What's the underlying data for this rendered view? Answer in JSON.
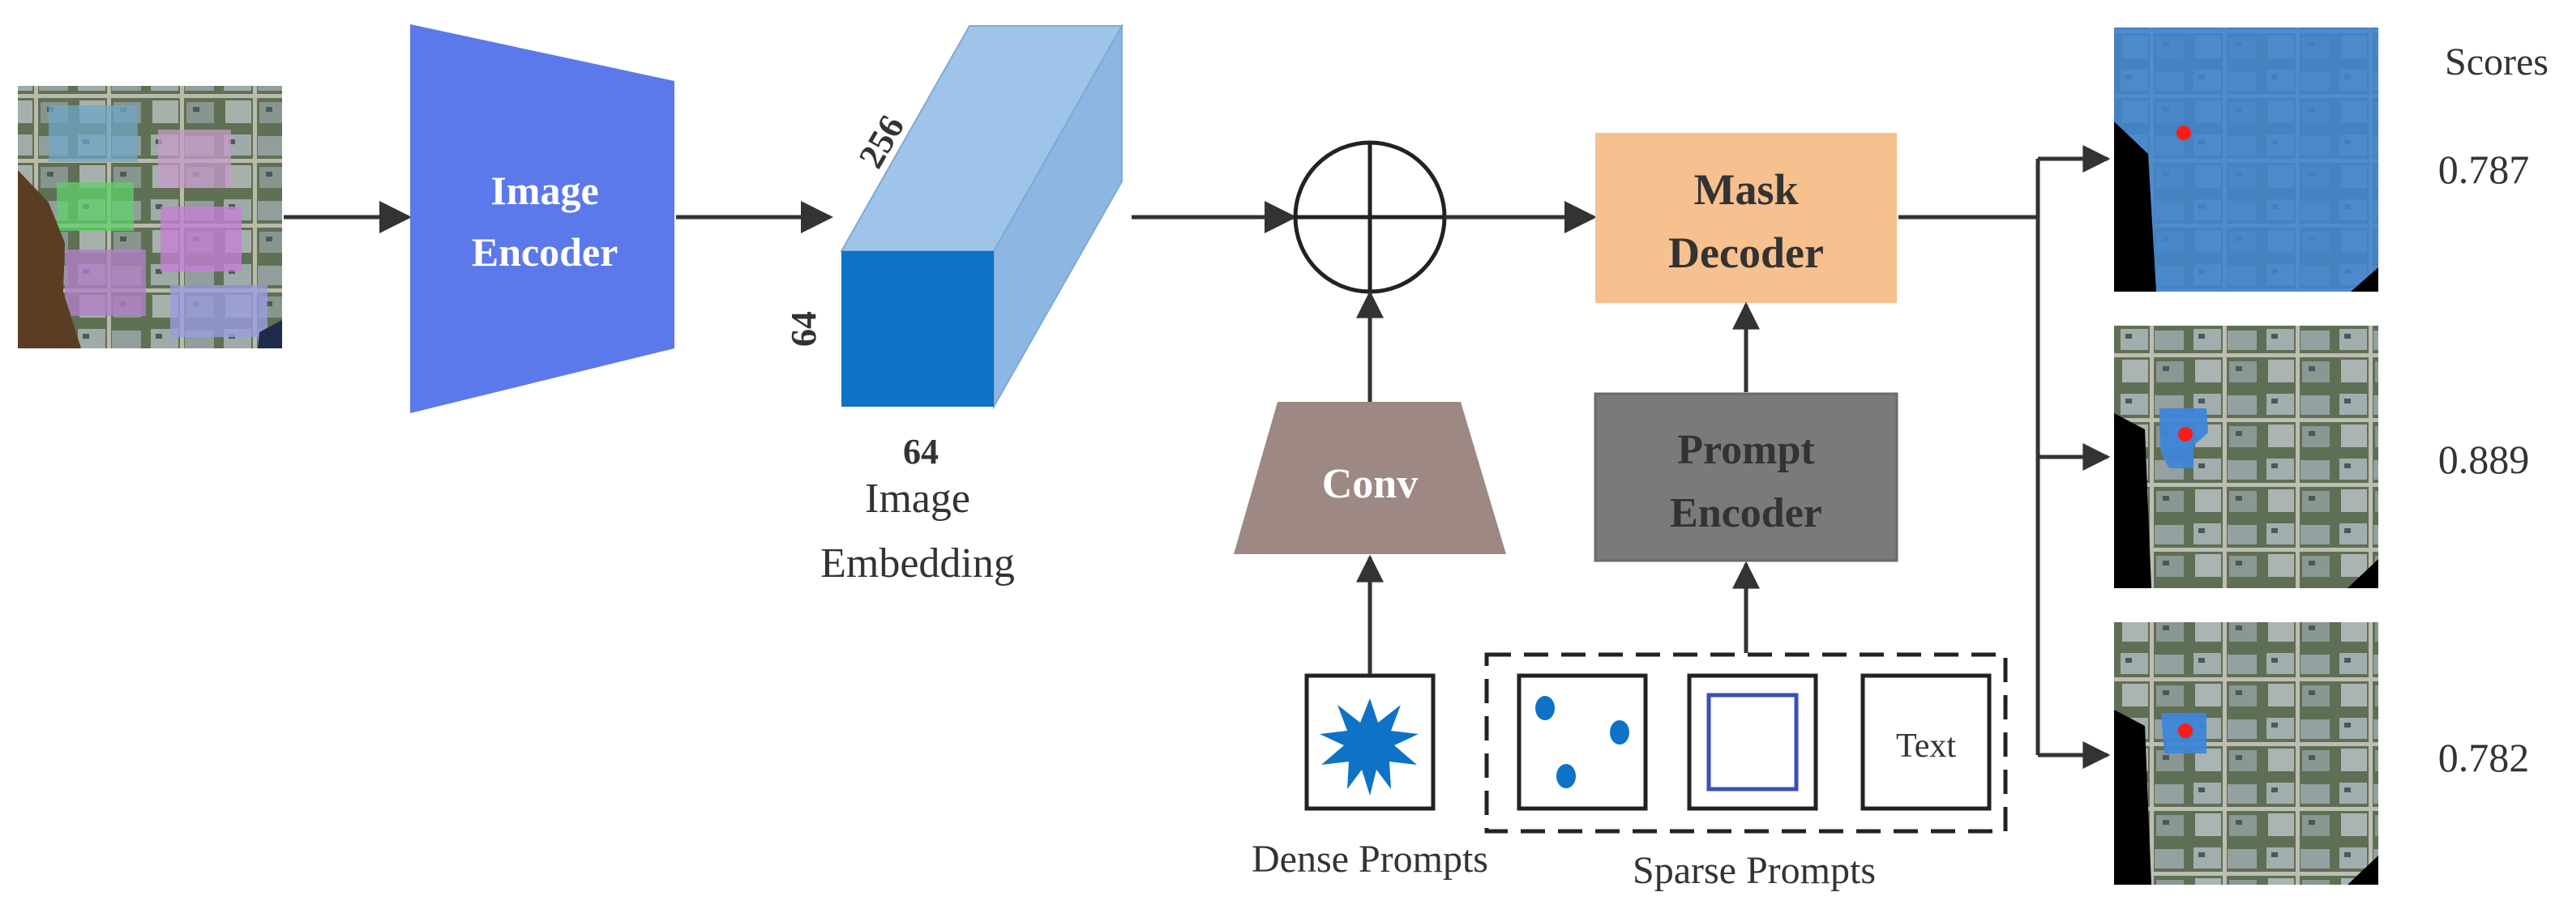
{
  "image_encoder": {
    "line1": "Image",
    "line2": "Encoder"
  },
  "embedding": {
    "dim_top": "256",
    "dim_side": "64",
    "dim_bottom": "64",
    "label_line1": "Image",
    "label_line2": "Embedding"
  },
  "conv": {
    "label": "Conv"
  },
  "mask_decoder": {
    "line1": "Mask",
    "line2": "Decoder"
  },
  "prompt_encoder": {
    "line1": "Prompt",
    "line2": "Encoder"
  },
  "dense_prompts": {
    "label": "Dense Prompts"
  },
  "sparse_prompts": {
    "label": "Sparse Prompts",
    "text_box": "Text"
  },
  "scores": {
    "title": "Scores",
    "values": [
      "0.787",
      "0.889",
      "0.782"
    ]
  },
  "colors": {
    "encoder_blue": "#5B79EA",
    "embedding_front": "#0E72C6",
    "embedding_light": "#9EC4E9",
    "conv_mauve": "#9D8884",
    "decoder_peach": "#F6C08F",
    "prompt_gray": "#7A7A7A",
    "mask_blue": "#3E86D8",
    "point_red": "#FF1A1A"
  }
}
